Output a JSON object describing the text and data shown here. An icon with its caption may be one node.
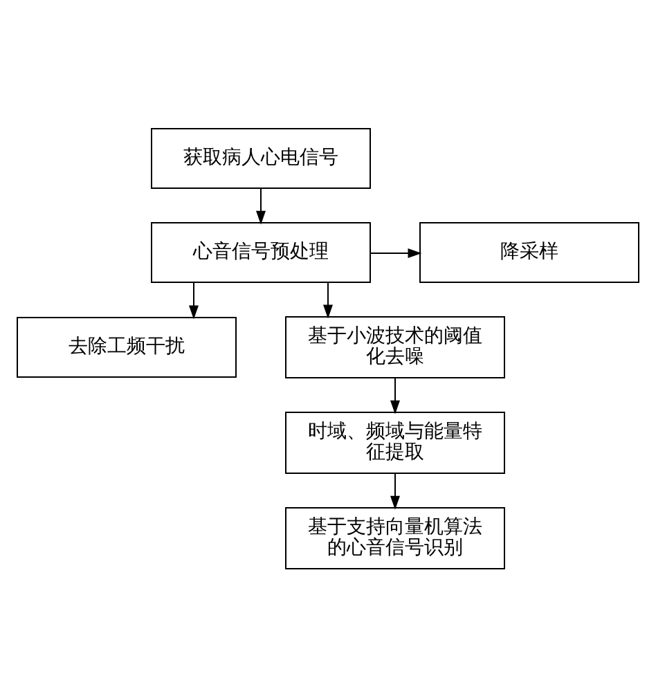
{
  "diagram": {
    "nodes": [
      {
        "text": [
          "获取病人心电信号"
        ]
      },
      {
        "text": [
          "心音信号预处理"
        ]
      },
      {
        "text": [
          "降采样"
        ]
      },
      {
        "text": [
          "去除工频干扰"
        ]
      },
      {
        "text": [
          "基于小波技术的阈值化去噪"
        ]
      },
      {
        "text": [
          "时域、频域与能量特征提取"
        ]
      },
      {
        "text": [
          "基于支持向量机算法的心音信号识别"
        ]
      }
    ],
    "edges": [
      {
        "from": 0,
        "to": 1,
        "arrow": "to"
      },
      {
        "from": 1,
        "to": 2,
        "arrow": "to"
      },
      {
        "from": 1,
        "to": 3,
        "arrow": "to"
      },
      {
        "from": 1,
        "to": 4,
        "arrow": "to"
      },
      {
        "from": 4,
        "to": 5,
        "arrow": "to"
      },
      {
        "from": 5,
        "to": 6,
        "arrow": "to"
      }
    ]
  }
}
